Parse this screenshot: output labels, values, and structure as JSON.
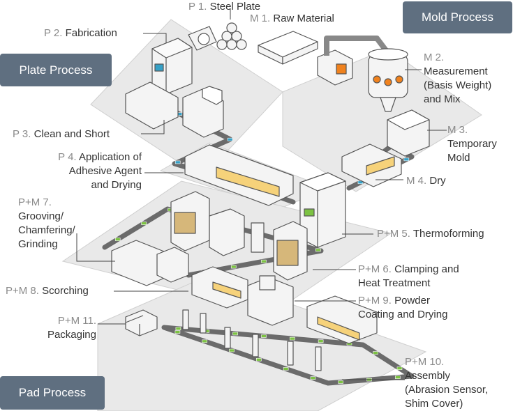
{
  "badges": {
    "mold": "Mold Process",
    "plate": "Plate Process",
    "pad": "Pad Process"
  },
  "steps": {
    "p1": {
      "code": "P 1.",
      "lines": [
        "Steel Plate"
      ]
    },
    "m1": {
      "code": "M 1.",
      "lines": [
        "Raw Material"
      ]
    },
    "p2": {
      "code": "P 2.",
      "lines": [
        "Fabrication"
      ]
    },
    "m2": {
      "code": "M 2.",
      "lines": [
        "Measurement",
        "(Basis Weight)",
        "and Mix"
      ]
    },
    "p3": {
      "code": "P 3.",
      "lines": [
        "Clean and Short"
      ]
    },
    "m3": {
      "code": "M 3.",
      "lines": [
        "Temporary",
        "Mold"
      ]
    },
    "p4": {
      "code": "P 4.",
      "lines": [
        "Application of",
        "Adhesive Agent",
        "and Drying"
      ]
    },
    "m4": {
      "code": "M 4.",
      "lines": [
        "Dry"
      ]
    },
    "pm7": {
      "code": "P+M 7.",
      "lines": [
        "Grooving/",
        "Chamfering/",
        "Grinding"
      ]
    },
    "pm5": {
      "code": "P+M 5.",
      "lines": [
        "Thermoforming"
      ]
    },
    "pm6": {
      "code": "P+M 6.",
      "lines": [
        "Clamping and",
        "Heat Treatment"
      ]
    },
    "pm8": {
      "code": "P+M 8.",
      "lines": [
        "Scorching"
      ]
    },
    "pm9": {
      "code": "P+M 9.",
      "lines": [
        "Powder",
        "Coating and Drying"
      ]
    },
    "pm11": {
      "code": "P+M 11.",
      "lines": [
        "Packaging"
      ]
    },
    "pm10": {
      "code": "P+M 10.",
      "lines": [
        "Assembly",
        "(Abrasion Sensor,",
        "Shim Cover)"
      ]
    }
  },
  "colors": {
    "badge": "#5f6f80",
    "platform": "#e9e9e9",
    "machine": "#f4f4f4",
    "outline": "#555555",
    "conveyor_item": "#35a0c6",
    "pad_item": "#7cc242",
    "yellow_window": "#f6d27a",
    "orange": "#f0821e",
    "tan_cell": "#d6b77a"
  }
}
